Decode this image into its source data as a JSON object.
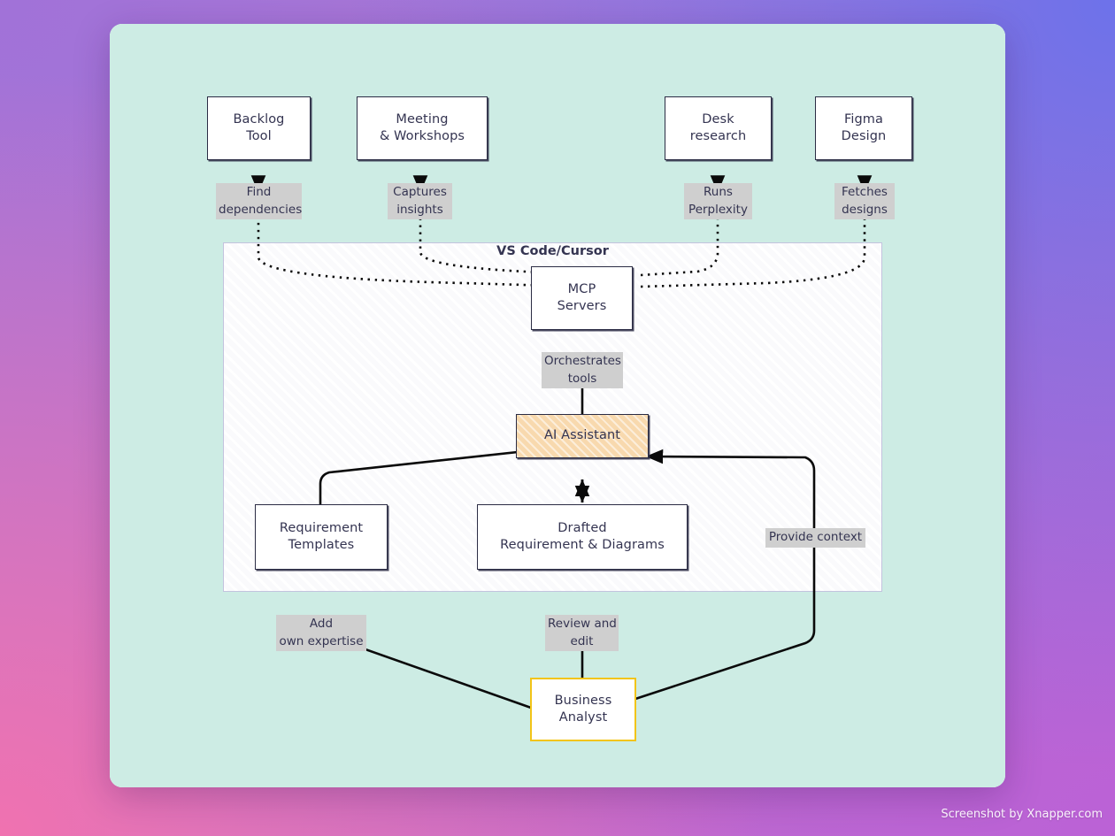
{
  "watermark": "Screenshot by Xnapper.com",
  "colors": {
    "node_border": "#2b2c44",
    "node_text": "#343451",
    "accent_fill": "#f8d9ae",
    "persona_border": "#f2c417",
    "label_bg": "#cfcfcf",
    "container_border": "#c3c3de",
    "canvas_bg": "#fbfcfd",
    "grid_dot": "#d8efe8"
  },
  "container": {
    "label": "VS Code/Cursor"
  },
  "nodes": {
    "backlog_tool": "Backlog\nTool",
    "meeting_workshops": "Meeting\n& Workshops",
    "desk_research": "Desk\nresearch",
    "figma_design": "Figma\nDesign",
    "mcp_servers": "MCP\nServers",
    "ai_assistant": "AI Assistant",
    "requirement_templates": "Requirement\nTemplates",
    "drafted_requirements": "Drafted\nRequirement & Diagrams",
    "business_analyst": "Business\nAnalyst"
  },
  "edge_labels": {
    "find_dependencies": "Find\ndependencies",
    "captures_insights": "Captures\ninsights",
    "runs_perplexity": "Runs\nPerplexity",
    "fetches_designs": "Fetches\ndesigns",
    "orchestrates_tools": "Orchestrates\ntools",
    "provide_context": "Provide context",
    "add_own_expertise": "Add\nown expertise",
    "review_and_edit": "Review and\nedit"
  }
}
